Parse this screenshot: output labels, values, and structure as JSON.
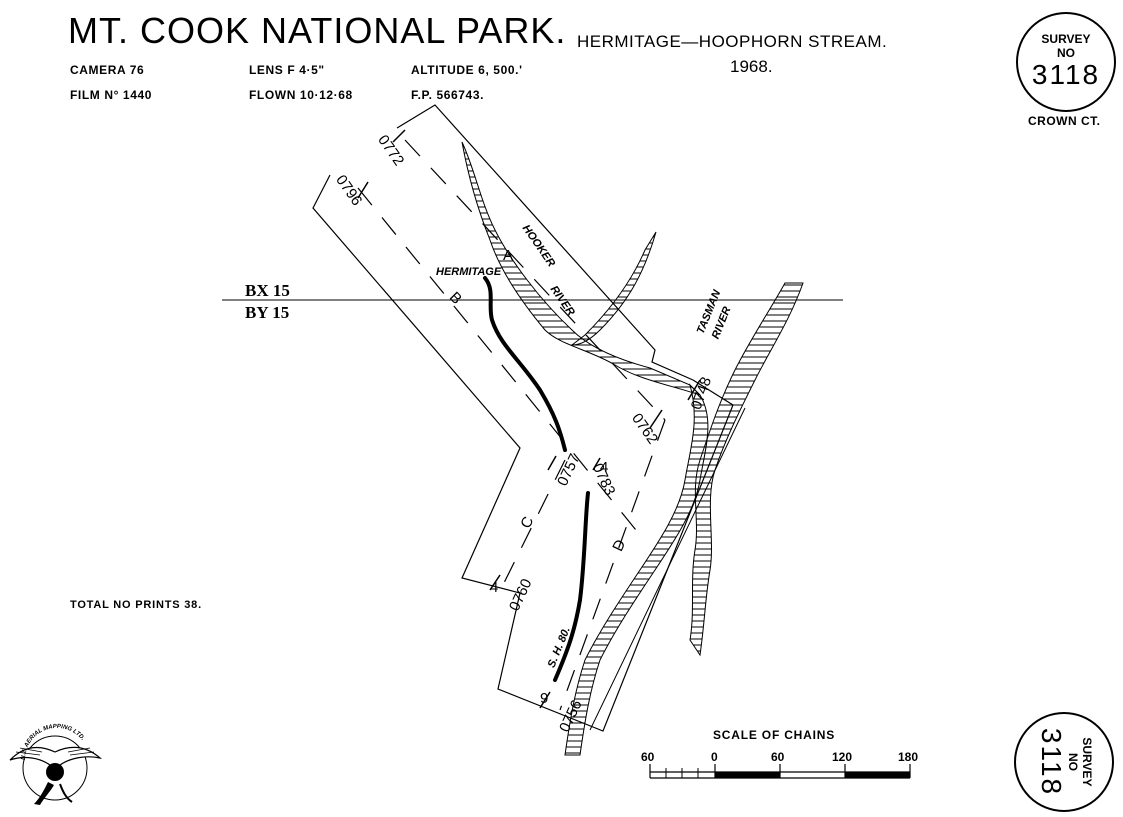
{
  "header": {
    "title": "MT. COOK NATIONAL PARK.",
    "subtitle": "HERMITAGE—HOOPHORN STREAM.",
    "year": "1968."
  },
  "info": {
    "camera": "CAMERA 76",
    "lens": "LENS F 4·5\"",
    "altitude": "ALTITUDE 6, 500.'",
    "film": "FILM N° 1440",
    "flown": "FLOWN 10·12·68",
    "fp": "F.P. 566743."
  },
  "survey_top": {
    "line1": "SURVEY",
    "line2": "NO",
    "number": "3118"
  },
  "crown": "CROWN CT.",
  "survey_bottom": {
    "line1": "SURVEY",
    "line2": "NO",
    "number": "3118"
  },
  "total_prints": "TOTAL NO PRINTS 38.",
  "grid": {
    "bx": "BX 15",
    "by": "BY 15"
  },
  "map_labels": {
    "hermitage": "HERMITAGE",
    "hooker": "HOOKER",
    "river": "RIVER",
    "tasman": "TASMAN",
    "tasman_river": "RIVER",
    "highway": "S. H. 80."
  },
  "run_labels": {
    "a": "A",
    "b": "B",
    "c": "C",
    "d": "D"
  },
  "photo_numbers": {
    "n0772": "0772",
    "n0796": "0796",
    "n0748": "0748",
    "n0762": "0762",
    "n0757": "0757",
    "n4a": "4",
    "n0783": "0783",
    "n4b": "4",
    "n0760": "0760",
    "n9": "9",
    "n0756": "0756"
  },
  "scale": {
    "title": "SCALE OF CHAINS",
    "ticks": [
      "60",
      "0",
      "60",
      "120",
      "180"
    ]
  },
  "logo": {
    "text": "N.Z. AERIAL MAPPING LTD."
  }
}
